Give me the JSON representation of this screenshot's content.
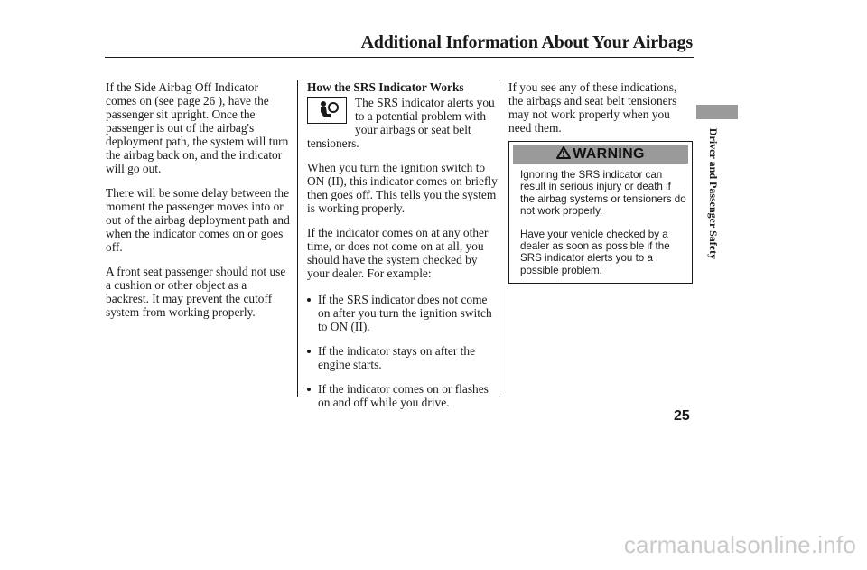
{
  "header": {
    "title": "Additional Information About Your Airbags"
  },
  "left_column": {
    "paragraphs": [
      "If the Side Airbag Off Indicator comes on (see page 26 ), have the passenger sit upright. Once the passenger is out of the airbag's deployment path, the system will turn the airbag back on, and the indicator will go out.",
      "There will be some delay between the moment the passenger moves into or out of the airbag deployment path and when the indicator comes on or goes off.",
      "A front seat passenger should not use a cushion or other object as a backrest. It may prevent the cutoff system from working properly."
    ]
  },
  "middle_column": {
    "heading": "How the SRS Indicator Works",
    "icon": "srs-airbag-indicator-icon",
    "intro": "The SRS indicator alerts you to a potential problem with your airbags or seat belt tensioners.",
    "paragraphs": [
      "When you turn the ignition switch to ON (II), this indicator comes on briefly then goes off. This tells you the system is working properly.",
      "If the indicator comes on at any other time, or does not come on at all, you should have the system checked by your dealer. For example:"
    ],
    "bullets": [
      "If the SRS indicator does not come on after you turn the ignition switch to ON (II).",
      "If the indicator stays on after the engine starts.",
      "If the indicator comes on or flashes on and off while you drive."
    ]
  },
  "right_column": {
    "intro": "If you see any of these indications, the airbags and seat belt tensioners may not work properly when you need them.",
    "warning": {
      "label": "WARNING",
      "icon": "warning-triangle-icon",
      "paragraphs": [
        "Ignoring the SRS indicator can result in serious injury or death if the airbag systems or tensioners do not work properly.",
        "Have your vehicle checked by a dealer as soon as possible if the SRS indicator alerts you to a possible problem."
      ]
    }
  },
  "side_label": "Driver and Passenger Safety",
  "page_number": "25",
  "watermark": "carmanualsonline.info",
  "colors": {
    "tab_gray": "#9a9a9a",
    "text": "#1a1a1a",
    "watermark": "#c9c9c9"
  }
}
